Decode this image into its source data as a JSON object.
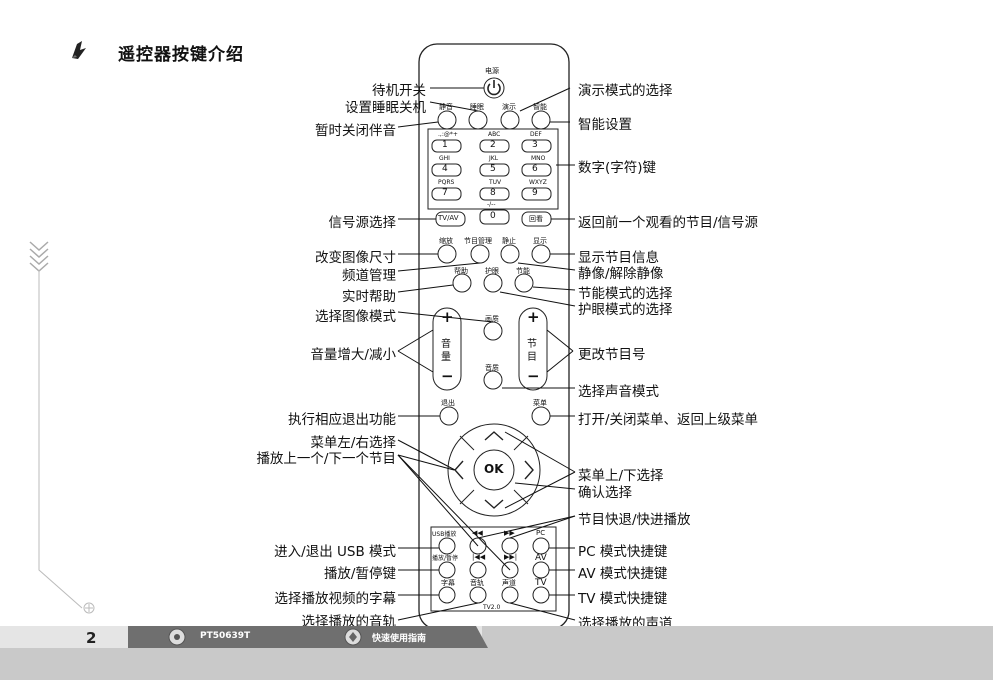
{
  "title": "遥控器按键介绍",
  "footer": {
    "page": "2",
    "model": "PT50639T",
    "guide": "快速使用指南"
  },
  "remote": {
    "power_label": "电源",
    "row1": [
      "静音",
      "睡眠",
      "演示",
      "智能"
    ],
    "keys": [
      {
        "sub": ".,:@*+",
        "num": "1"
      },
      {
        "sub": "ABC",
        "num": "2"
      },
      {
        "sub": "DEF",
        "num": "3"
      },
      {
        "sub": "GHI",
        "num": "4"
      },
      {
        "sub": "JKL",
        "num": "5"
      },
      {
        "sub": "MNO",
        "num": "6"
      },
      {
        "sub": "PQRS",
        "num": "7"
      },
      {
        "sub": "TUV",
        "num": "8"
      },
      {
        "sub": "WXYZ",
        "num": "9"
      }
    ],
    "zero_sub": "-/--",
    "zero": "0",
    "tvav": "TV/AV",
    "huikan": "回看",
    "row_scale": [
      "缩放",
      "节目管理",
      "静止",
      "显示"
    ],
    "row_help": [
      "帮助",
      "护眼",
      "节能"
    ],
    "huazhi": "画质",
    "yinzhi": "音质",
    "vol": [
      "音",
      "量"
    ],
    "prog": [
      "节",
      "目"
    ],
    "plus": "+",
    "minus": "−",
    "tuichu": "退出",
    "caidan": "菜单",
    "ok": "OK",
    "media_row1": [
      "USB播放",
      "◀◀",
      "▶▶",
      "PC"
    ],
    "media_row2": [
      "播放/暂停",
      "|◀◀",
      "▶▶|",
      "AV"
    ],
    "media_row3": [
      "字幕",
      "音轨",
      "声道",
      "TV"
    ],
    "tv2": "TV2.0"
  },
  "left_labels": [
    "待机开关",
    "设置睡眠关机",
    "暂时关闭伴音",
    "信号源选择",
    "改变图像尺寸",
    "频道管理",
    "实时帮助",
    "选择图像模式",
    "音量增大/减小",
    "执行相应退出功能",
    "菜单左/右选择",
    "播放上一个/下一个节目",
    "进入/退出 USB 模式",
    "播放/暂停键",
    "选择播放视频的字幕",
    "选择播放的音轨"
  ],
  "right_labels": [
    "演示模式的选择",
    "智能设置",
    "数字(字符)键",
    "返回前一个观看的节目/信号源",
    "显示节目信息",
    "静像/解除静像",
    "节能模式的选择",
    "护眼模式的选择",
    "更改节目号",
    "选择声音模式",
    "打开/关闭菜单、返回上级菜单",
    "菜单上/下选择",
    "确认选择",
    "节目快退/快进播放",
    "PC 模式快捷键",
    "AV 模式快捷键",
    "TV 模式快捷键",
    "选择播放的声道"
  ]
}
